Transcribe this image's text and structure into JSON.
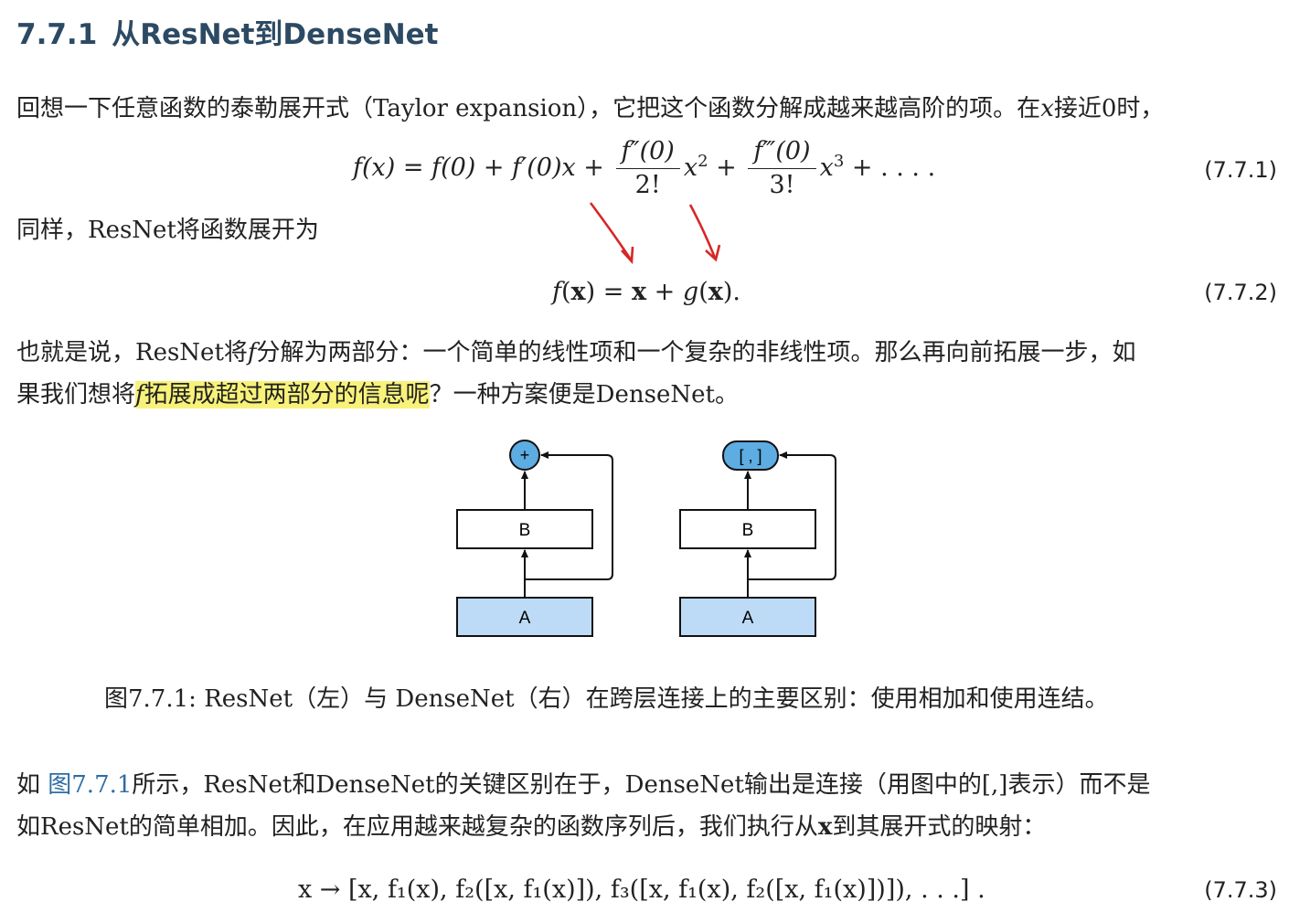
{
  "section": {
    "number": "7.7.1",
    "title": "从ResNet到DenseNet"
  },
  "para1": {
    "text_a": "回想一下任意函数的泰勒展开式（Taylor expansion），它把这个函数分解成越来越高阶的项。在",
    "var_x": "x",
    "text_b": "接近0时，"
  },
  "eq1": {
    "lhs": "f(x) = f(0) + f′(0)x + ",
    "frac1_num": "f″(0)",
    "frac1_den": "2!",
    "mid": "x",
    "mid_exp": "2",
    "plus": " + ",
    "frac2_num": "f‴(0)",
    "frac2_den": "3!",
    "tail": "x",
    "tail_exp": "3",
    "tail_end": " + . . . .",
    "number": "(7.7.1)"
  },
  "para2": {
    "text": "同样，ResNet将函数展开为"
  },
  "eq2": {
    "f": "f",
    "open": "(",
    "x1": "x",
    "mid": ") = ",
    "x2": "x",
    "plus": " + ",
    "g": "g",
    "open2": "(",
    "x3": "x",
    "close": ").",
    "number": "(7.7.2)"
  },
  "para3": {
    "line1_a": "也就是说，ResNet将",
    "line1_f": "f",
    "line1_b": "分解为两部分：一个简单的线性项和一个复杂的非线性项。那么再向前拓展一步，如",
    "line2_a": "果我们想将",
    "line2_hl_f": "f",
    "line2_hl": "拓展成超过两部分的信息呢",
    "line2_b": "？一种方案便是DenseNet。"
  },
  "figure": {
    "resnet": {
      "top_label": "+",
      "middle_label": "B",
      "bottom_label": "A"
    },
    "densenet": {
      "top_label": "[ , ]",
      "middle_label": "B",
      "bottom_label": "A"
    },
    "colors": {
      "node_fill": "#5dade2",
      "a_fill": "#bddbf7",
      "arrow": "#111111",
      "annotation_arrow": "#d62728"
    }
  },
  "caption": {
    "prefix": "图7.7.1: ",
    "text": "ResNet（左）与 DenseNet（右）在跨层连接上的主要区别：使用相加和使用连结。"
  },
  "para4": {
    "line1_a": "如 ",
    "line1_link": "图7.7.1",
    "line1_b": "所示，ResNet和DenseNet的关键区别在于，DenseNet输出是连接（用图中的[,]表示）而不是",
    "line2_a": "如ResNet的简单相加。因此，在应用越来越复杂的函数序列后，我们执行从",
    "line2_x": "x",
    "line2_b": "到其展开式的映射："
  },
  "eq3": {
    "text": "x → [x, f₁(x), f₂([x, f₁(x)]), f₃([x, f₁(x), f₂([x, f₁(x)])]), . . .] .",
    "number": "(7.7.3)"
  }
}
